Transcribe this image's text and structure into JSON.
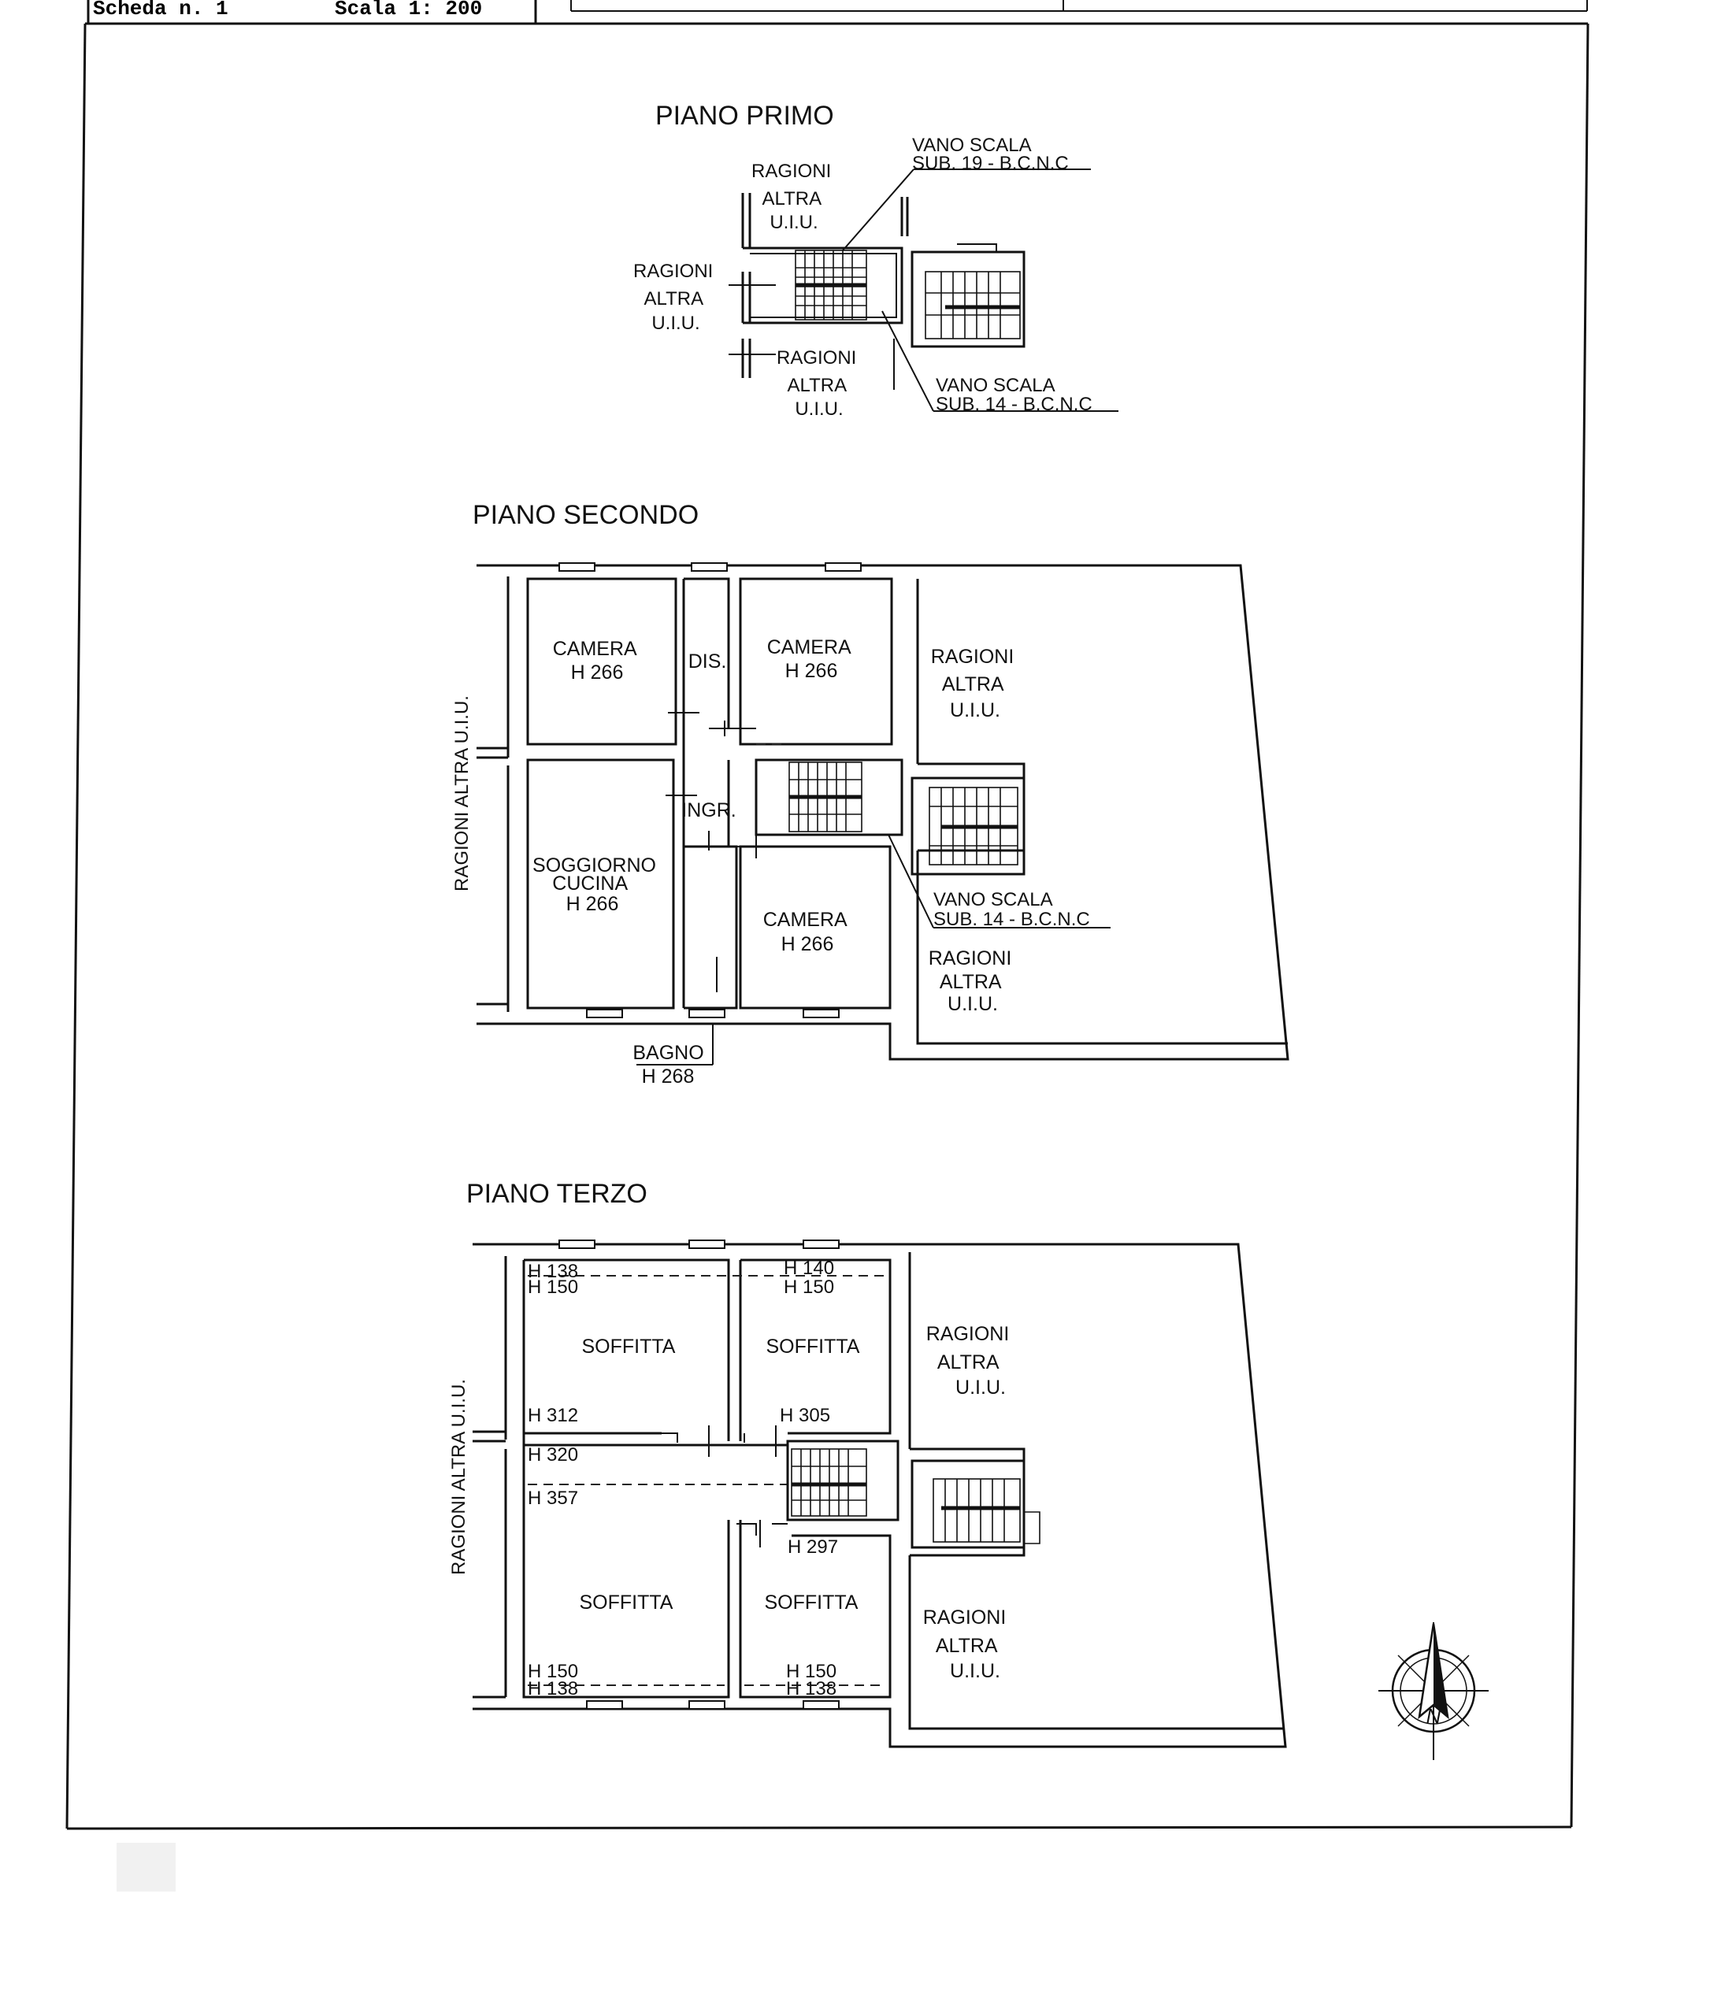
{
  "header": {
    "scheda": "Scheda n. 1",
    "scala": "Scala 1: 200"
  },
  "piano_primo": {
    "title": "PIANO PRIMO",
    "ragioni_top": [
      "RAGIONI",
      "ALTRA",
      "U.I.U."
    ],
    "ragioni_left": [
      "RAGIONI",
      "ALTRA",
      "U.I.U."
    ],
    "ragioni_bottom": [
      "RAGIONI",
      "ALTRA",
      "U.I.U."
    ],
    "vano_scala_19": [
      "VANO SCALA",
      "SUB. 19 - B.C.N.C"
    ],
    "vano_scala_14": [
      "VANO SCALA",
      "SUB. 14 - B.C.N.C"
    ]
  },
  "piano_secondo": {
    "title": "PIANO SECONDO",
    "side_label": "RAGIONI ALTRA U.I.U.",
    "camera_1": [
      "CAMERA",
      "H 266"
    ],
    "dis": "DIS.",
    "camera_2": [
      "CAMERA",
      "H 266"
    ],
    "ragioni_top": [
      "RAGIONI",
      "ALTRA",
      "U.I.U."
    ],
    "ingr": "INGR.",
    "soggiorno": [
      "SOGGIORNO",
      "CUCINA",
      "H 266"
    ],
    "camera_3": [
      "CAMERA",
      "H 266"
    ],
    "vano_scala": [
      "VANO SCALA",
      "SUB. 14 - B.C.N.C"
    ],
    "ragioni_bottom": [
      "RAGIONI",
      "ALTRA",
      "U.I.U."
    ],
    "bagno": [
      "BAGNO",
      "H 268"
    ]
  },
  "piano_terzo": {
    "title": "PIANO TERZO",
    "side_label": "RAGIONI ALTRA U.I.U.",
    "h138_tl": "H 138",
    "h150_tl": "H 150",
    "h140_tr": "H 140",
    "h150_tr": "H 150",
    "soffitta_1": "SOFFITTA",
    "soffitta_2": "SOFFITTA",
    "h312": "H 312",
    "h305": "H 305",
    "h320": "H 320",
    "h357": "H 357",
    "h297": "H 297",
    "soffitta_3": "SOFFITTA",
    "soffitta_4": "SOFFITTA",
    "h150_bl": "H 150",
    "h138_bl": "H 138",
    "h150_br": "H 150",
    "h138_br": "H 138",
    "ragioni_top": [
      "RAGIONI",
      "ALTRA",
      "U.I.U."
    ],
    "ragioni_bottom": [
      "RAGIONI",
      "ALTRA",
      "U.I.U."
    ]
  },
  "compass": {
    "north": "N"
  }
}
